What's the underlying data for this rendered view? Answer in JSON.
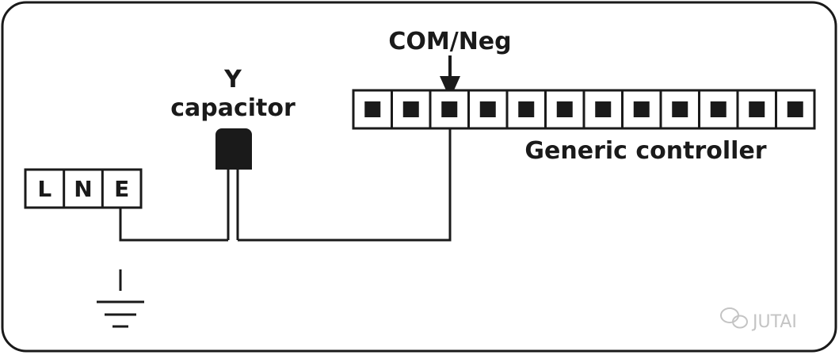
{
  "labels": {
    "com_neg": "COM/Neg",
    "y_line1": "Y",
    "y_line2": "capacitor",
    "controller": "Generic controller"
  },
  "terminal_block": [
    "L",
    "N",
    "E"
  ],
  "controller_terminal_count": 12,
  "com_terminal_number": 3,
  "watermark": "JUTAI",
  "colors": {
    "line": "#1a1a1a",
    "terminal_fill": "#1a1a1a",
    "watermark": "#c4c4c4"
  },
  "icons": {
    "ground": "ground-symbol-icon",
    "watermark_logo": "chat-bubble-icon"
  }
}
